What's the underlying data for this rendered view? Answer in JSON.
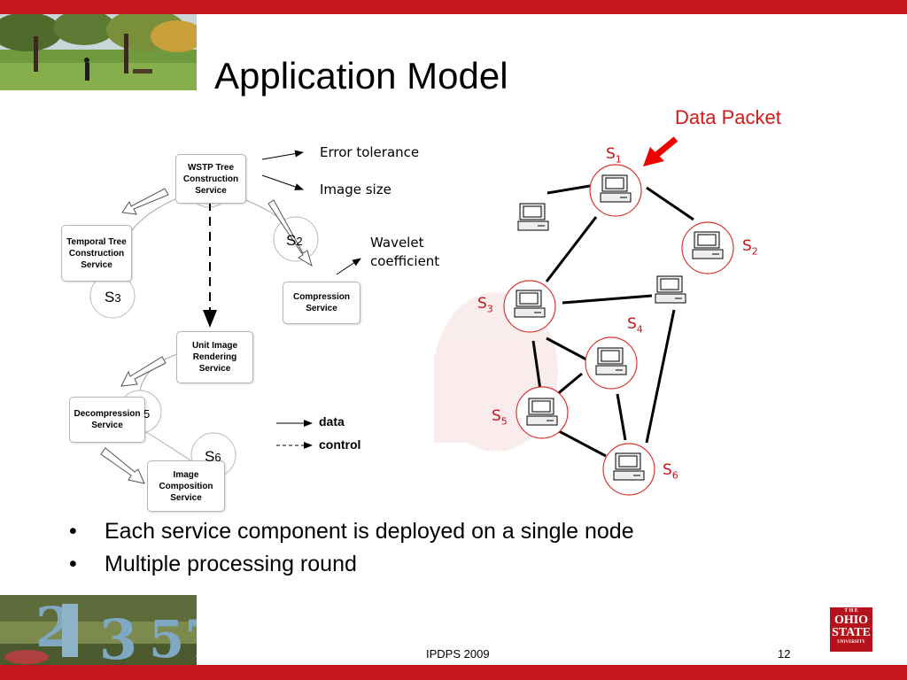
{
  "slide": {
    "title": "Application Model",
    "data_packet_label": "Data Packet",
    "bullets": [
      "Each service component is deployed on a single node",
      "Multiple processing round"
    ],
    "footer": {
      "conference": "IPDPS 2009",
      "page_number": "12"
    },
    "logo": {
      "line1": "T H E",
      "line2": "OHIO",
      "line3": "STATE",
      "line4": "UNIVERSITY"
    },
    "accent_color": "#c4161c"
  },
  "services": {
    "wstp": "WSTP Tree Construction Service",
    "temporal": "Temporal Tree Construction Service",
    "compression": "Compression Service",
    "unit_image": "Unit Image Rendering Service",
    "decompression": "Decompression Service",
    "composition": "Image Composition Service"
  },
  "parameters": {
    "error_tolerance": "Error tolerance",
    "image_size": "Image size",
    "wavelet_line1": "Wavelet",
    "wavelet_line2": "coefficient"
  },
  "legend": {
    "data": "data",
    "control": "control"
  },
  "service_nodes": {
    "s2": {
      "base": "S",
      "sub": "2"
    },
    "s3": {
      "base": "S",
      "sub": "3"
    },
    "s5": {
      "base": "",
      "sub": "5"
    },
    "s6": {
      "base": "S",
      "sub": "6"
    }
  },
  "network_nodes": {
    "s1": {
      "base": "S",
      "sub": "1"
    },
    "s2": {
      "base": "S",
      "sub": "2"
    },
    "s3": {
      "base": "S",
      "sub": "3"
    },
    "s4": {
      "base": "S",
      "sub": "4"
    },
    "s5": {
      "base": "S",
      "sub": "5"
    },
    "s6": {
      "base": "S",
      "sub": "6"
    }
  }
}
